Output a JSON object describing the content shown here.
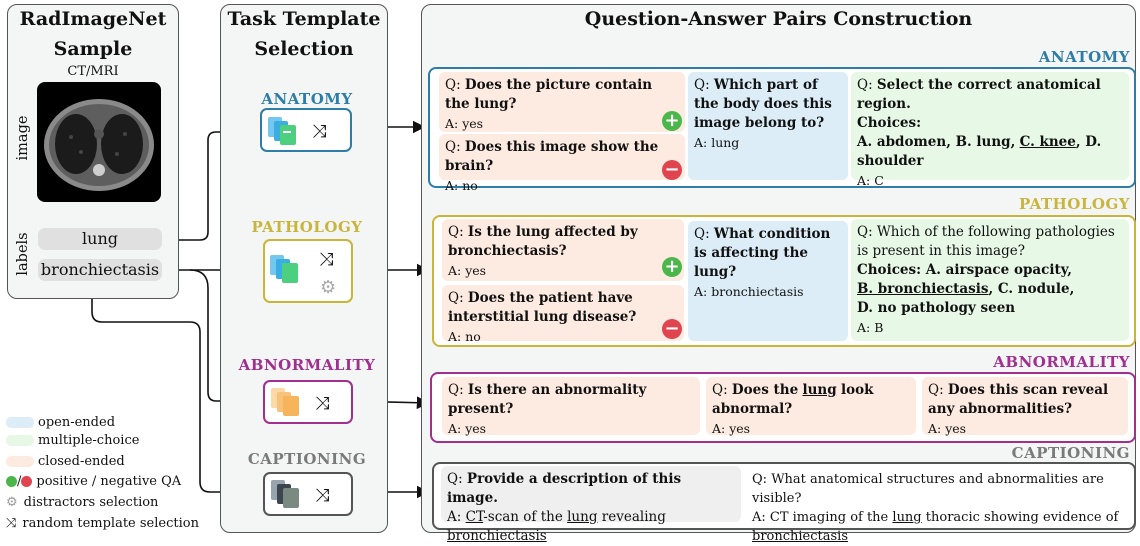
{
  "sample": {
    "title_line1": "RadImageNet",
    "title_line2": "Sample",
    "modality": "CT/MRI",
    "image_label": "image",
    "labels_label": "labels",
    "labels": [
      "lung",
      "bronchiectasis"
    ]
  },
  "template": {
    "title_line1": "Task Template",
    "title_line2": "Selection",
    "tasks": [
      "ANATOMY",
      "PATHOLOGY",
      "ABNORMALITY",
      "CAPTIONING"
    ]
  },
  "qa": {
    "title": "Question-Answer Pairs Construction",
    "anatomy": {
      "title": "ANATOMY",
      "c1_q": "Does the picture contain the lung?",
      "c1_a": "A: yes",
      "c2_q": "Does this image show the brain?",
      "c2_a": "A: no",
      "o_q": "Which part of the body does this image belong to?",
      "o_a": "A: lung",
      "m_q": "Select the correct anatomical region.",
      "m_choices_label": "Choices:",
      "m_choices_pre": "A. abdomen, B. lung,",
      "m_choice_correct": "C. knee",
      "m_choices_post": ", D. shoulder",
      "m_a": "A: C"
    },
    "pathology": {
      "title": "PATHOLOGY",
      "c1_q": "Is the lung affected by bronchiectasis?",
      "c1_a": "A: yes",
      "c2_q": "Does the patient have interstitial lung disease?",
      "c2_a": "A: no",
      "o_q": "What condition is affecting the lung?",
      "o_a": "A: bronchiectasis",
      "m_q": "Which of the following pathologies is present in this image?",
      "m_choices_1": "Choices: A. airspace opacity,",
      "m_choice_correct": "B.  bronchiectasis",
      "m_choices_2": ",  C. nodule,",
      "m_choices_3": "D. no pathology seen",
      "m_a": "A: B"
    },
    "abnormality": {
      "title": "ABNORMALITY",
      "q1": "Is there an abnormality present?",
      "a1": "A: yes",
      "q2_pre": "Does the",
      "q2_word": "lung",
      "q2_post": "look abnormal?",
      "a2": "A: yes",
      "q3": "Does this scan reveal any abnormalities?",
      "a3": "A: yes"
    },
    "captioning": {
      "title": "CAPTIONING",
      "q1": "Provide a  description of this image.",
      "a1_pre": "A:",
      "a1_w1": "CT",
      "a1_mid": "-scan of the",
      "a1_w2": "lung",
      "a1_mid2": "revealing",
      "a1_w3": "bronchiectasis",
      "q2": "What anatomical structures and abnormalities are visible?",
      "a2_pre": "A: CT imaging of the",
      "a2_w1": "lung",
      "a2_mid": "thoracic showing evidence of",
      "a2_w2": "bronchiectasis"
    },
    "q_prefix": "Q:"
  },
  "legend": [
    {
      "label": "open-ended",
      "color": "#dcedf7"
    },
    {
      "label": "multiple-choice",
      "color": "#e7f8e7"
    },
    {
      "label": "closed-ended",
      "color": "#fdebe1"
    },
    {
      "label": "positive / negative QA"
    },
    {
      "label": "distractors selection"
    },
    {
      "label": "random template selection"
    }
  ],
  "colors": {
    "anatomy": "#2e7da6",
    "pathology": "#c9b53a",
    "abnormality": "#a02f8f",
    "captioning": "#555555",
    "positive": "#4bb74b",
    "negative": "#e0444e"
  }
}
